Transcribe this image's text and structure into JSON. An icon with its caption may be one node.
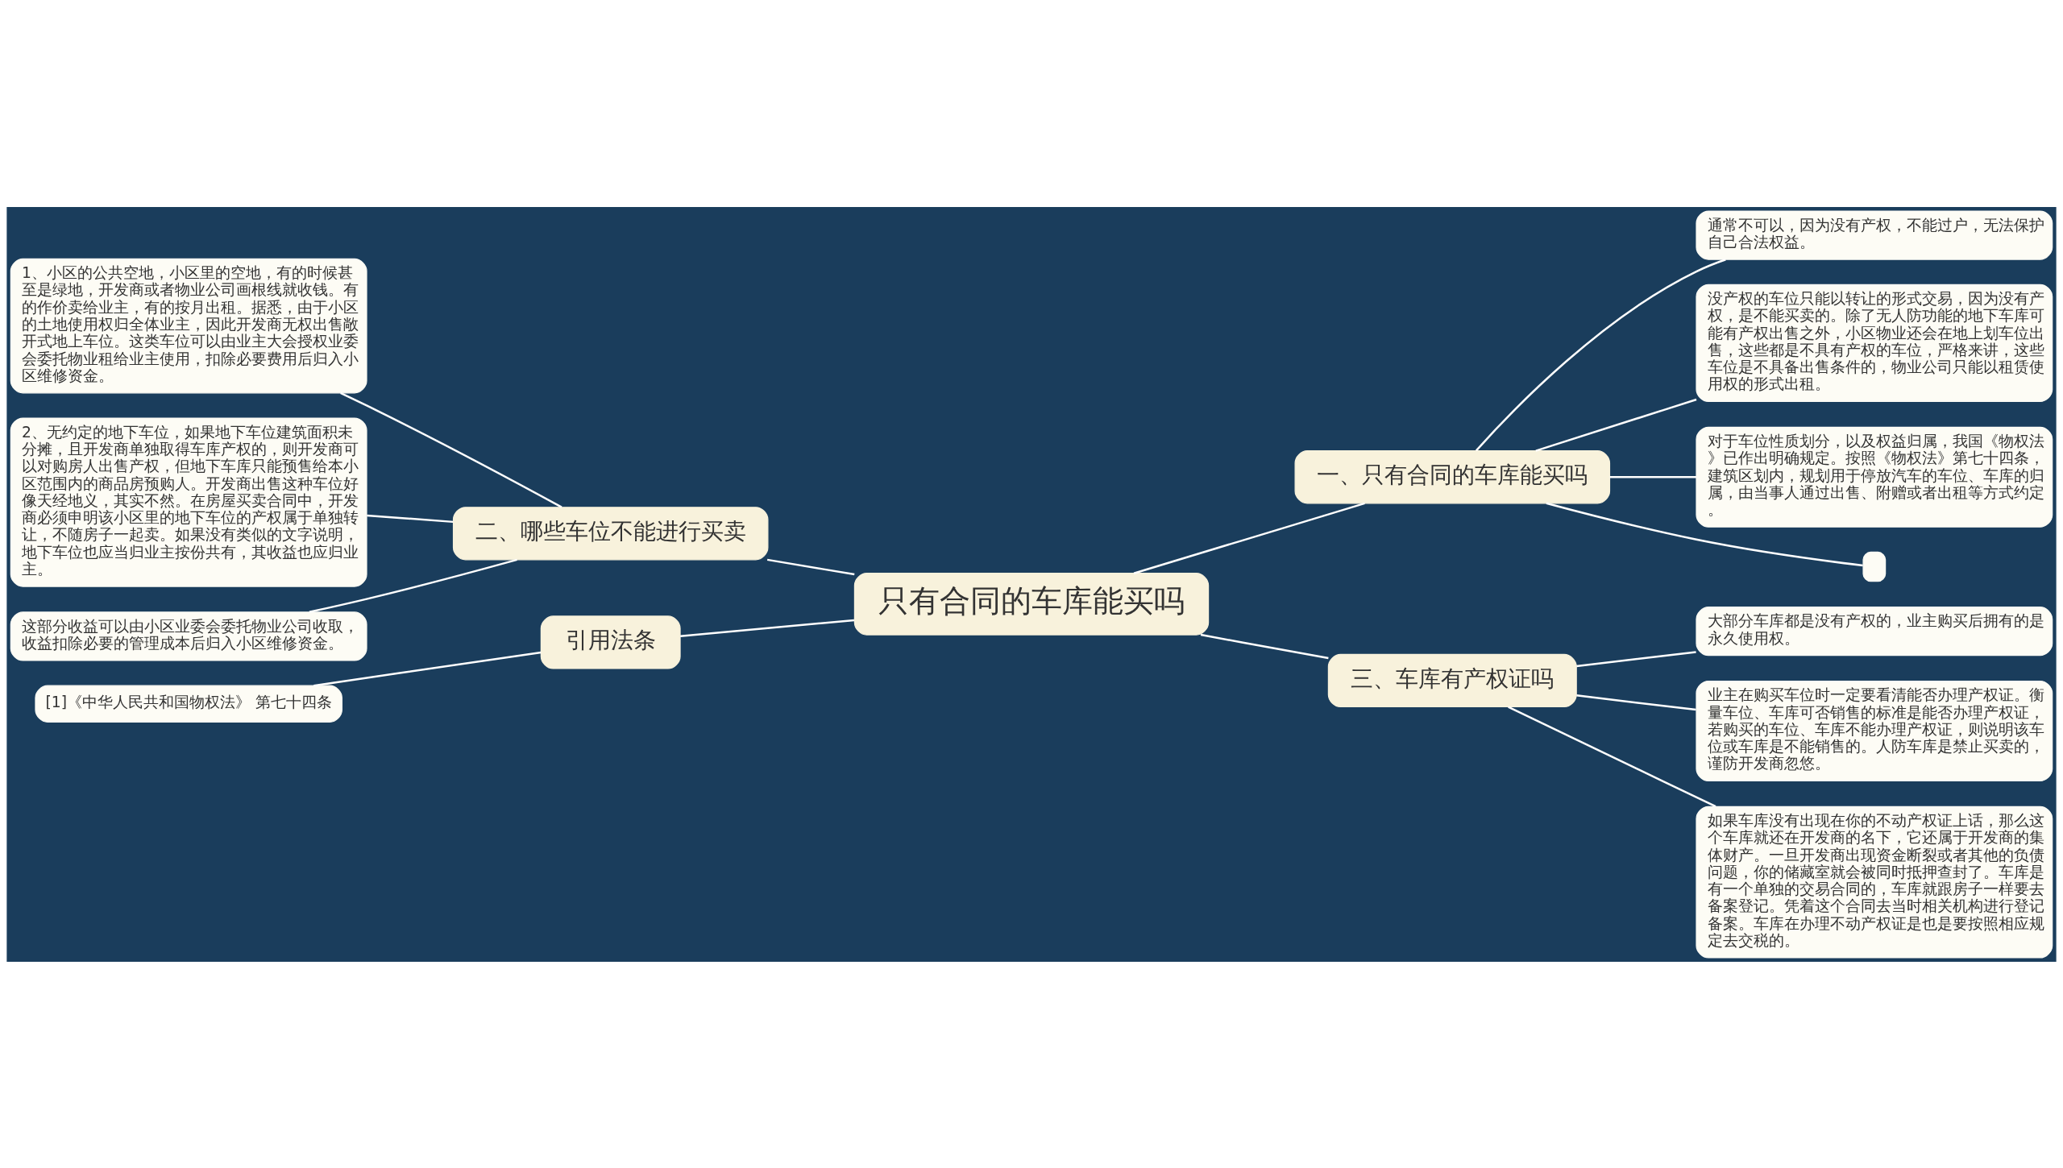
{
  "diagram": {
    "nodes": [
      {
        "text": [
          "只有合同的车库能买吗"
        ]
      },
      {
        "text": [
          "一、只有合同的车库能买吗"
        ]
      },
      {
        "text": [
          "通常不可以，因为没有产权，不能过户，无法保护自己合法权益。"
        ]
      },
      {
        "text": [
          "没产权的车位只能以转让的形式交易，因为没有产权，是不能买卖的。除了无人防功能的地下车库可能有产权出售之外，小区物业还会在地上划车位出售，这些都是不具有产权的车位，严格来讲，这些车位是不具备出售条件的，物业公司只能以租赁使用权的形式出租。"
        ]
      },
      {
        "text": [
          "对于车位性质划分，以及权益归属，我国《物权法》已作出明确规定。按照《物权法》第七十四条，建筑区划内，规划用于停放汽车的车位、车库的归属，由当事人通过出售、附赠或者出租等方式约定。"
        ]
      },
      {
        "text": [],
        "shape": "box"
      },
      {
        "text": [
          "二、哪些车位不能进行买卖"
        ]
      },
      {
        "text": [
          "1、小区的公共空地，小区里的空地，有的时候甚至是绿地，开发商或者物业公司画根线就收钱。有的作价卖给业主，有的按月出租。据悉，由于小区的土地使用权归全体业主，因此开发商无权出售敞开式地上车位。这类车位可以由业主大会授权业委会委托物业租给业主使用，扣除必要费用后归入小区维修资金。"
        ]
      },
      {
        "text": [
          "2、无约定的地下车位，如果地下车位建筑面积未分摊，且开发商单独取得车库产权的，则开发商可以对购房人出售产权，但地下车库只能预售给本小区范围内的商品房预购人。开发商出售这种车位好像天经地义，其实不然。在房屋买卖合同中，开发商必须申明该小区里的地下车位的产权属于单独转让，不随房子一起卖。如果没有类似的文字说明，地下车位也应当归业主按份共有，其收益也应归业主。"
        ]
      },
      {
        "text": [
          "这部分收益可以由小区业委会委托物业公司收取，收益扣除必要的管理成本后归入小区维修资金。"
        ]
      },
      {
        "text": [
          "三、车库有产权证吗"
        ]
      },
      {
        "text": [
          "大部分车库都是没有产权的，业主购买后拥有的是永久使用权。"
        ]
      },
      {
        "text": [
          "业主在购买车位时一定要看清能否办理产权证。衡量车位、车库可否销售的标准是能否办理产权证，若购买的车位、车库不能办理产权证，则说明该车位或车库是不能销售的。人防车库是禁止买卖的，谨防开发商忽悠。"
        ]
      },
      {
        "text": [
          "如果车库没有出现在你的不动产权证上话，那么这个车库就还在开发商的名下，它还属于开发商的集体财产。一旦开发商出现资金断裂或者其他的负债问题，你的储藏室就会被同时抵押查封了。车库是有一个单独的交易合同的，车库就跟房子一样要去备案登记。凭着这个合同去当时相关机构进行登记备案。车库在办理不动产权证是也是要按照相应规定去交税的。"
        ]
      },
      {
        "text": [
          "引用法条"
        ]
      },
      {
        "text": [
          "[1]《中华人民共和国物权法》 第七十四条"
        ]
      }
    ],
    "edges": [
      {
        "from": 0,
        "to": 1,
        "arrow": "none"
      },
      {
        "from": 1,
        "to": 2,
        "arrow": "none"
      },
      {
        "from": 1,
        "to": 3,
        "arrow": "none"
      },
      {
        "from": 1,
        "to": 4,
        "arrow": "none"
      },
      {
        "from": 1,
        "to": 5,
        "arrow": "none"
      },
      {
        "from": 0,
        "to": 6,
        "arrow": "none"
      },
      {
        "from": 6,
        "to": 7,
        "arrow": "none"
      },
      {
        "from": 6,
        "to": 8,
        "arrow": "none"
      },
      {
        "from": 6,
        "to": 9,
        "arrow": "none"
      },
      {
        "from": 0,
        "to": 10,
        "arrow": "none"
      },
      {
        "from": 10,
        "to": 11,
        "arrow": "none"
      },
      {
        "from": 10,
        "to": 12,
        "arrow": "none"
      },
      {
        "from": 10,
        "to": 13,
        "arrow": "none"
      },
      {
        "from": 0,
        "to": 14,
        "arrow": "none"
      },
      {
        "from": 14,
        "to": 15,
        "arrow": "none"
      }
    ]
  }
}
